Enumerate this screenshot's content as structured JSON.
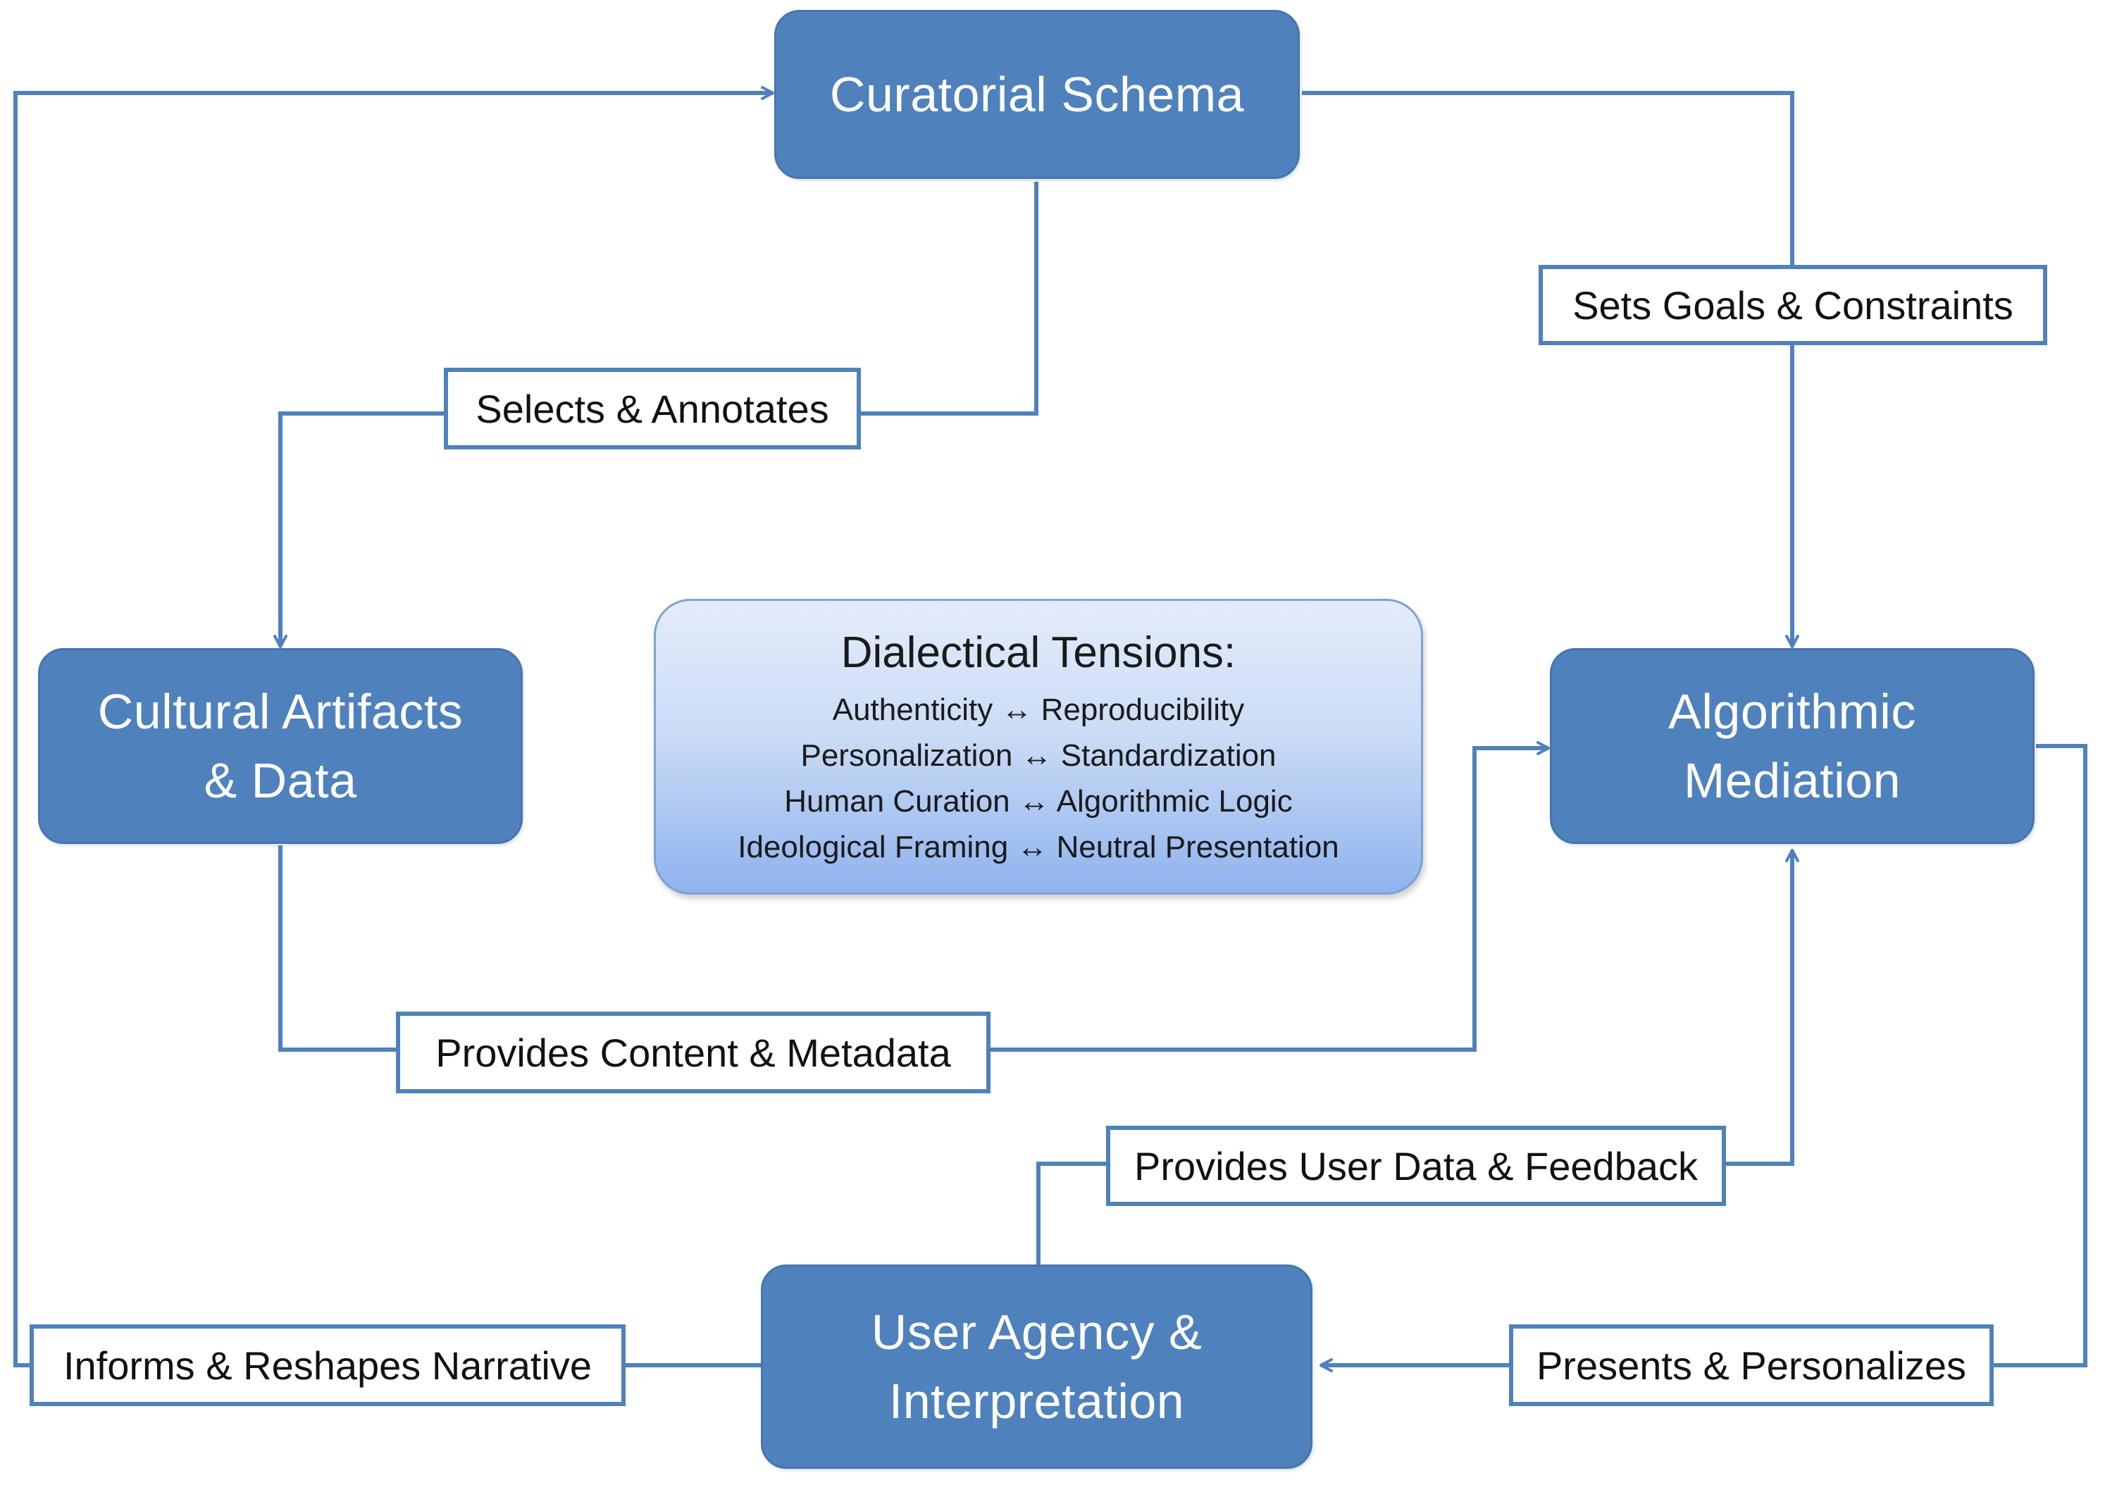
{
  "colors": {
    "node_fill": "#4f81bd",
    "connector": "#4f81bd",
    "label_text": "#111111",
    "tension_gradient_top": "#e4ecfa",
    "tension_gradient_bottom": "#8fb3ee"
  },
  "nodes": {
    "curatorial_schema": [
      "Curatorial Schema"
    ],
    "cultural_artifacts": [
      "Cultural Artifacts",
      "& Data"
    ],
    "algorithmic_mediation": [
      "Algorithmic",
      "Mediation"
    ],
    "user_agency": [
      "User Agency &",
      "Interpretation"
    ]
  },
  "edge_labels": {
    "selects_annotates": "Selects & Annotates",
    "sets_goals": "Sets Goals & Constraints",
    "provides_content": "Provides Content & Metadata",
    "provides_user_data": "Provides User Data & Feedback",
    "informs_reshapes": "Informs & Reshapes Narrative",
    "presents_personalizes": "Presents & Personalizes"
  },
  "tensions": {
    "title": "Dialectical Tensions:",
    "lines": [
      "Authenticity ↔ Reproducibility",
      "Personalization ↔ Standardization",
      "Human Curation ↔ Algorithmic Logic",
      "Ideological Framing ↔ Neutral Presentation"
    ]
  }
}
